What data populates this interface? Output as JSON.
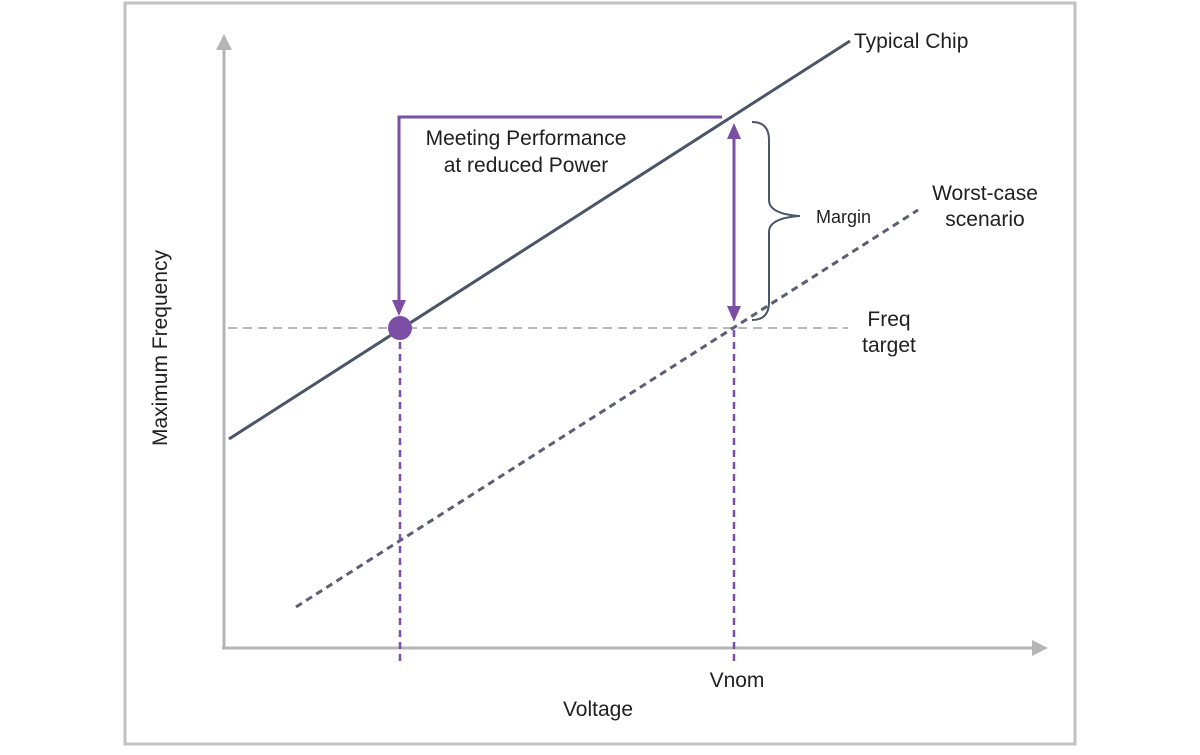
{
  "colors": {
    "frame": "#c2c2c2",
    "axis": "#b5b5b5",
    "typical_line": "#4a5568",
    "worst_line": "#5c5f74",
    "purple": "#7b4fa6",
    "target_line": "#b8b8b8",
    "text": "#1f1f1f"
  },
  "axes": {
    "x_label": "Voltage",
    "y_label": "Maximum Frequency",
    "x_tick": "Vnom"
  },
  "lines": {
    "typical": "Typical Chip",
    "worst_line1": "Worst-case",
    "worst_line2": "scenario",
    "target_line1": "Freq",
    "target_line2": "target"
  },
  "annotations": {
    "performance_line1": "Meeting Performance",
    "performance_line2": "at reduced Power",
    "margin": "Margin"
  }
}
